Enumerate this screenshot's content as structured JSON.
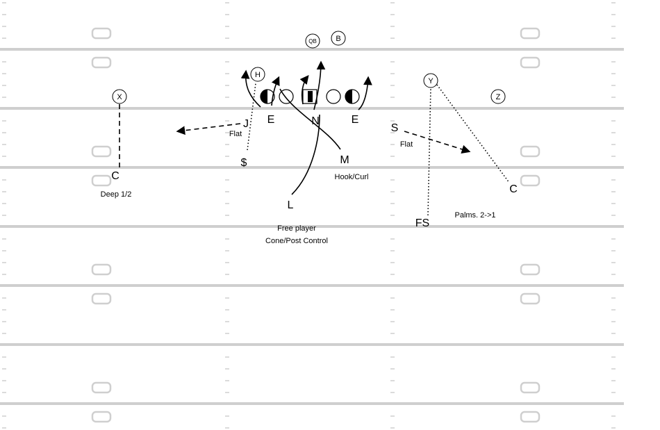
{
  "players": {
    "qb": "QB",
    "b": "B",
    "h": "H",
    "x": "X",
    "y": "Y",
    "z": "Z"
  },
  "defense": {
    "j": "J",
    "e_left": "E",
    "n": "N",
    "e_right": "E",
    "m": "M",
    "l": "L",
    "s_left": "$",
    "s_right": "S",
    "c_left": "C",
    "c_right": "C",
    "fs": "FS"
  },
  "notes": {
    "flat_left": "Flat",
    "flat_right": "Flat",
    "hook_curl": "Hook/Curl",
    "deep_half": "Deep 1/2",
    "palms": "Palms. 2->1",
    "free_player": "Free player",
    "cone_post": "Cone/Post Control"
  }
}
